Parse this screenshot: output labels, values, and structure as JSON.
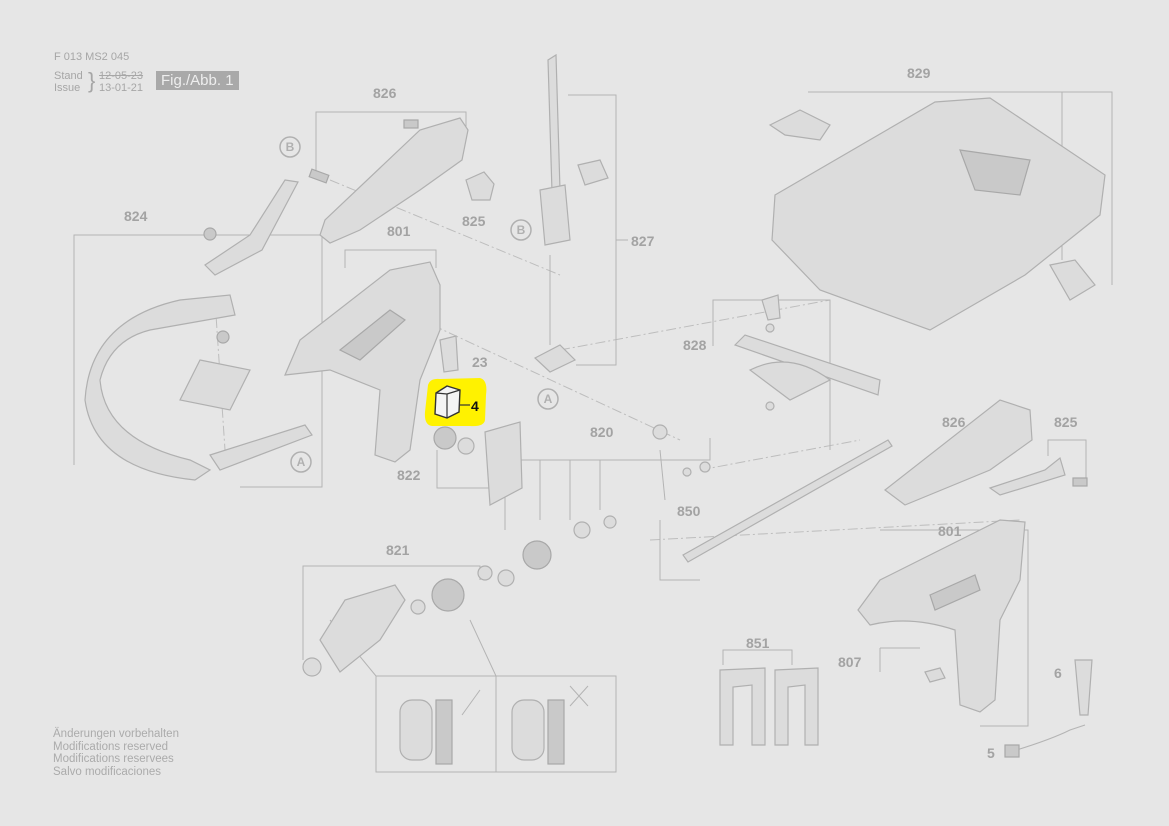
{
  "header": {
    "doc_number": "F 013 MS2 045",
    "stand_label": "Stand",
    "issue_label": "Issue",
    "stand_date": "12-05-23",
    "issue_date": "13-01-21",
    "figure": "Fig./Abb. 1"
  },
  "notes": [
    "Änderungen vorbehalten",
    "Modifications reserved",
    "Modifications reservees",
    "Salvo modificaciones"
  ],
  "highlight_color": "#fff200",
  "parts": {
    "p826a": "826",
    "p825a": "825",
    "p824": "824",
    "p801a": "801",
    "p827": "827",
    "p23": "23",
    "p4": "4",
    "p822": "822",
    "p820": "820",
    "p821": "821",
    "p829": "829",
    "p828": "828",
    "p826b": "826",
    "p825b": "825",
    "p850": "850",
    "p801b": "801",
    "p807": "807",
    "p851": "851",
    "p6": "6",
    "p5": "5"
  },
  "callouts": {
    "a1": "A",
    "a2": "A",
    "b1": "B",
    "b2": "B"
  }
}
